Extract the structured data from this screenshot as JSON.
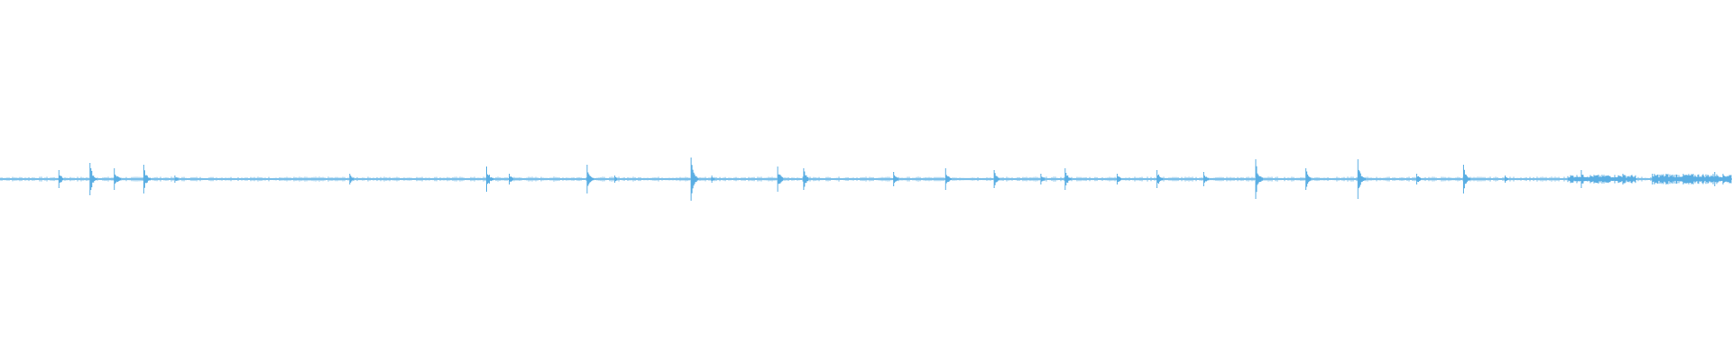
{
  "waveform": {
    "color": "#5aaee3",
    "background": "#ffffff",
    "transients": [
      {
        "t": 0.034,
        "amp": 0.05
      },
      {
        "t": 0.052,
        "amp": 0.09
      },
      {
        "t": 0.066,
        "amp": 0.06
      },
      {
        "t": 0.083,
        "amp": 0.08
      },
      {
        "t": 0.101,
        "amp": 0.02
      },
      {
        "t": 0.202,
        "amp": 0.03
      },
      {
        "t": 0.281,
        "amp": 0.07
      },
      {
        "t": 0.294,
        "amp": 0.03
      },
      {
        "t": 0.339,
        "amp": 0.08
      },
      {
        "t": 0.355,
        "amp": 0.02
      },
      {
        "t": 0.399,
        "amp": 0.12
      },
      {
        "t": 0.411,
        "amp": 0.02
      },
      {
        "t": 0.449,
        "amp": 0.07
      },
      {
        "t": 0.464,
        "amp": 0.06
      },
      {
        "t": 0.516,
        "amp": 0.04
      },
      {
        "t": 0.546,
        "amp": 0.06
      },
      {
        "t": 0.574,
        "amp": 0.05
      },
      {
        "t": 0.601,
        "amp": 0.03
      },
      {
        "t": 0.615,
        "amp": 0.06
      },
      {
        "t": 0.645,
        "amp": 0.03
      },
      {
        "t": 0.668,
        "amp": 0.05
      },
      {
        "t": 0.695,
        "amp": 0.04
      },
      {
        "t": 0.725,
        "amp": 0.11
      },
      {
        "t": 0.754,
        "amp": 0.06
      },
      {
        "t": 0.784,
        "amp": 0.11
      },
      {
        "t": 0.818,
        "amp": 0.03
      },
      {
        "t": 0.845,
        "amp": 0.08
      },
      {
        "t": 0.869,
        "amp": 0.02
      },
      {
        "t": 0.913,
        "amp": 0.05
      },
      {
        "t": 0.937,
        "amp": 0.03
      },
      {
        "t": 0.954,
        "amp": 0.03
      },
      {
        "t": 0.962,
        "amp": 0.03
      },
      {
        "t": 0.99,
        "amp": 0.04
      }
    ],
    "dense_regions": [
      {
        "t0": 0.905,
        "t1": 0.945,
        "amp": 0.025
      },
      {
        "t0": 0.955,
        "t1": 1.0,
        "amp": 0.03
      }
    ]
  }
}
